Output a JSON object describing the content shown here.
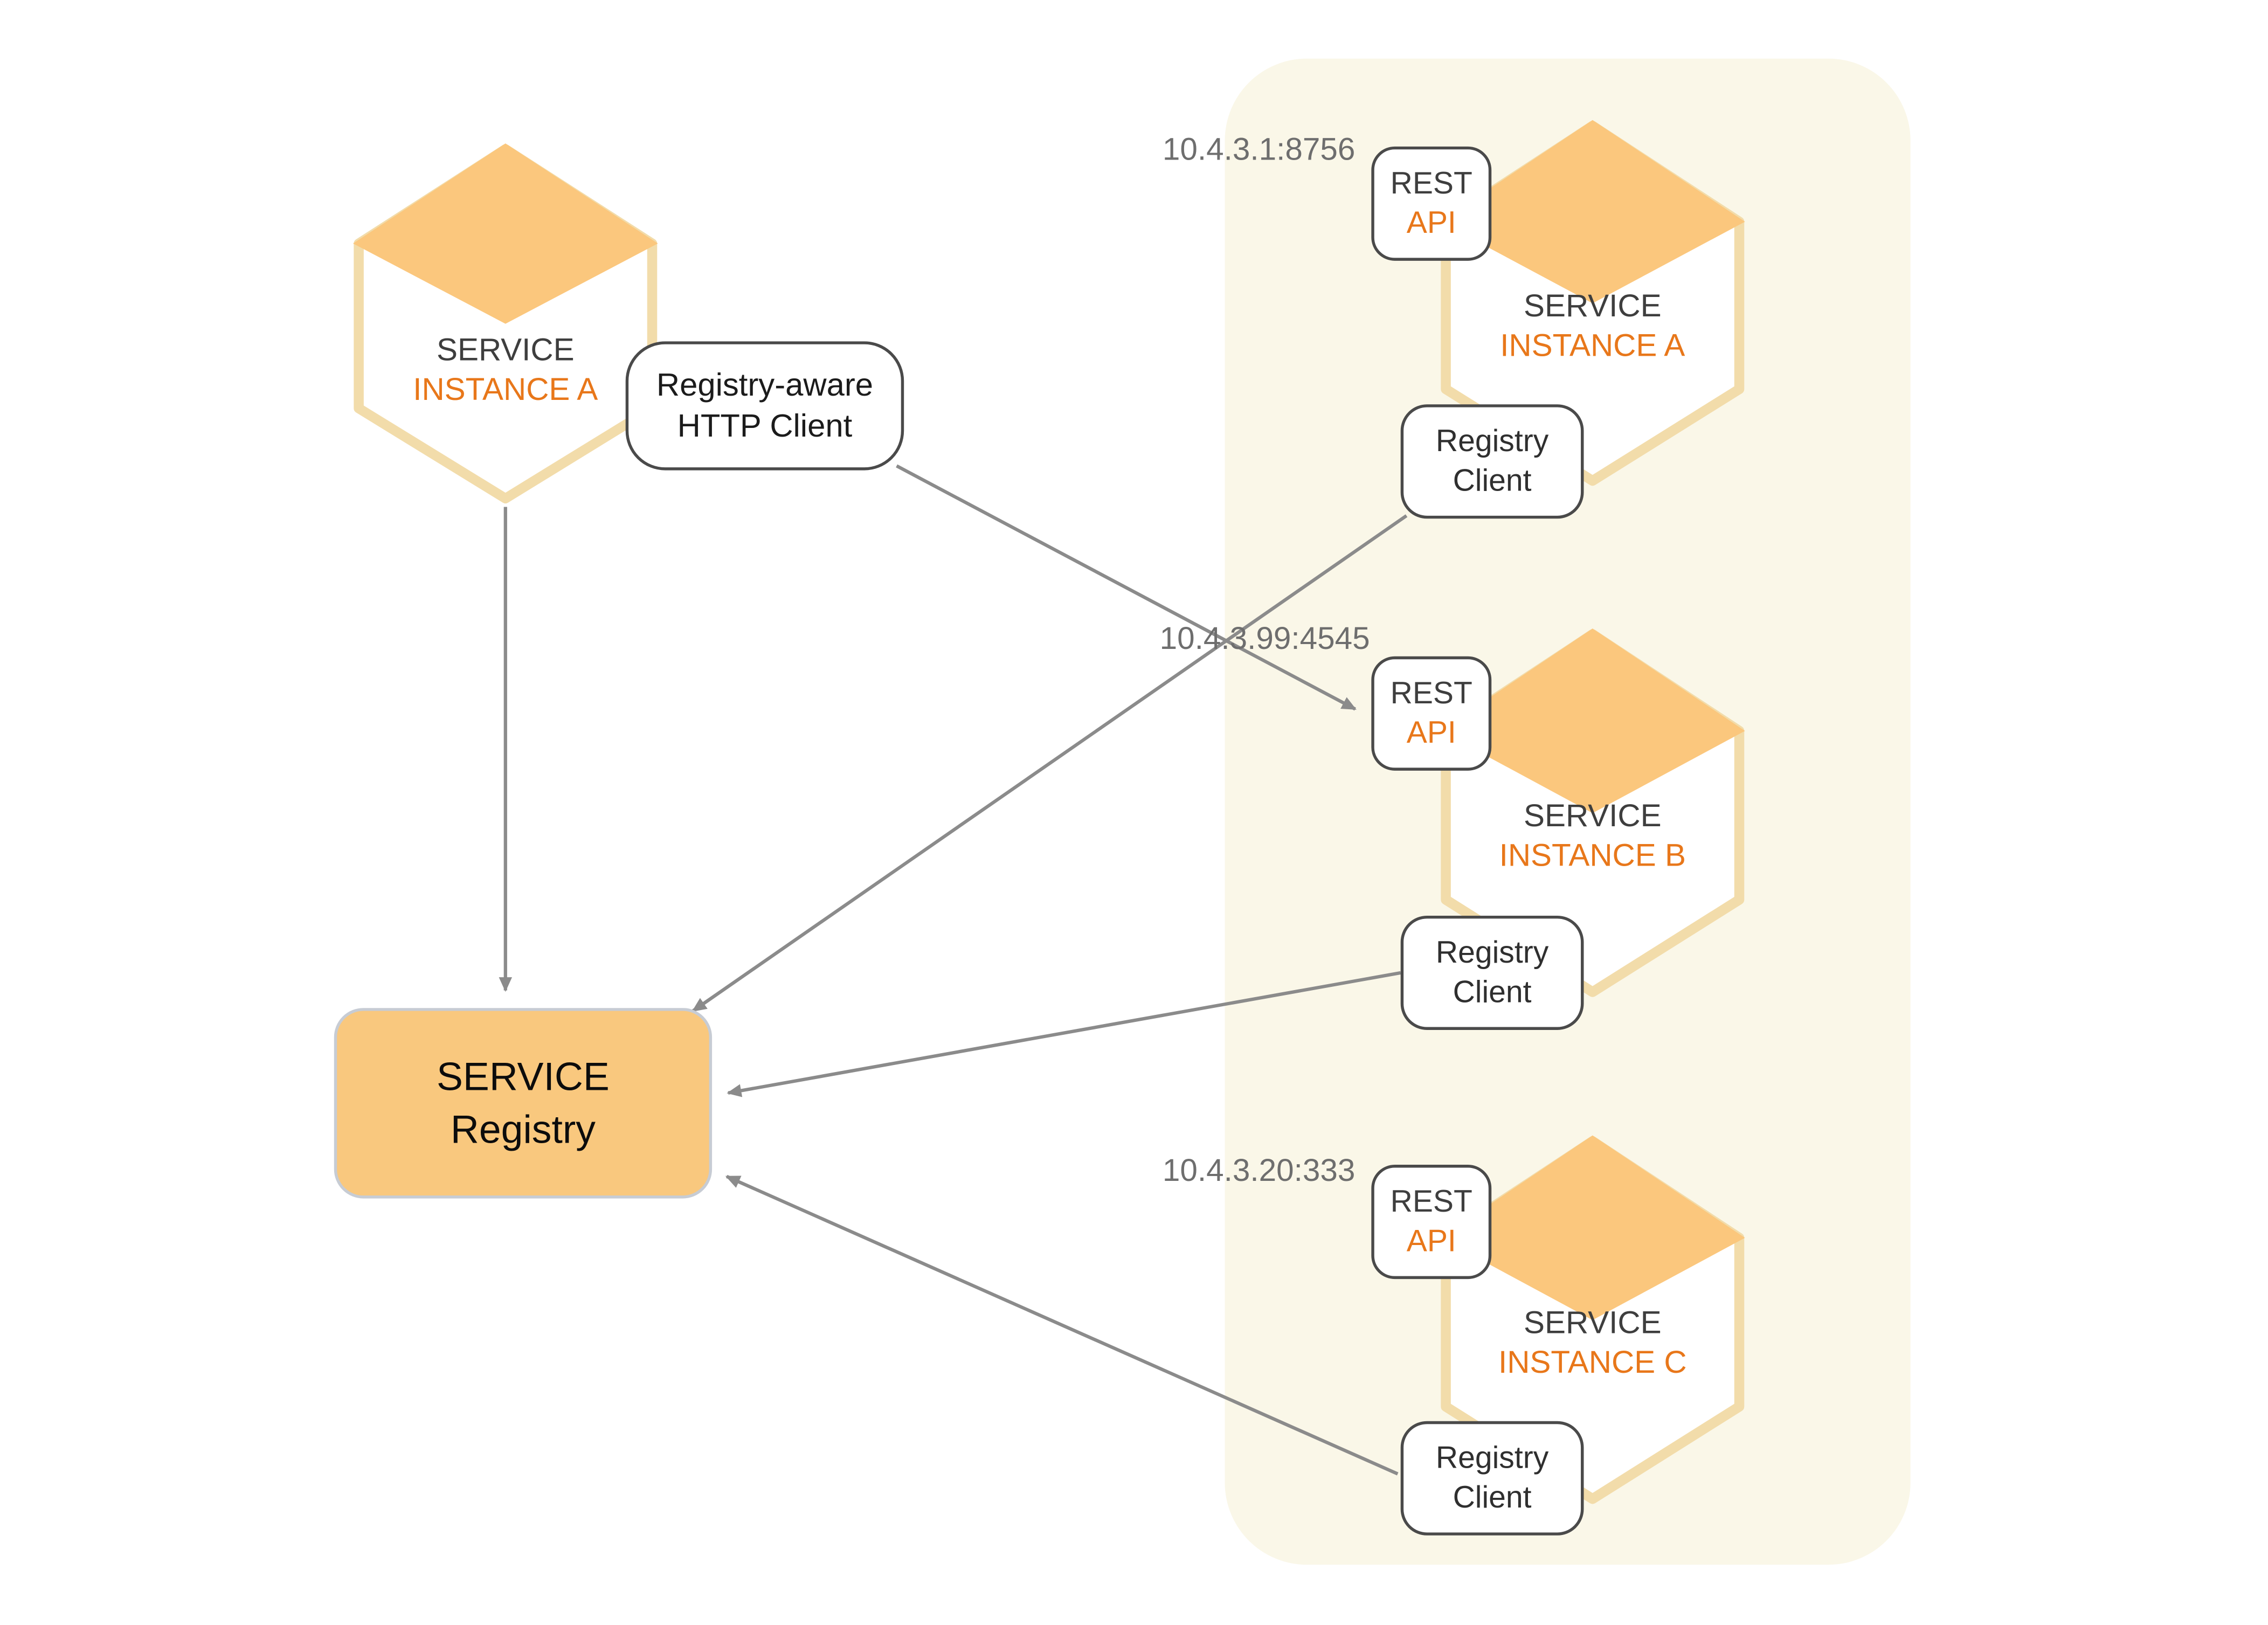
{
  "registry": {
    "line1": "SERVICE",
    "line2": "Registry"
  },
  "client": {
    "hex_line1": "SERVICE",
    "hex_line2": "INSTANCE A",
    "http_client_line1": "Registry-aware",
    "http_client_line2": "HTTP Client"
  },
  "instances": [
    {
      "ip": "10.4.3.1:8756",
      "name_line1": "SERVICE",
      "name_line2": "INSTANCE A",
      "api_line1": "REST",
      "api_line2": "API",
      "client_line1": "Registry",
      "client_line2": "Client"
    },
    {
      "ip": "10.4.3.99:4545",
      "name_line1": "SERVICE",
      "name_line2": "INSTANCE B",
      "api_line1": "REST",
      "api_line2": "API",
      "client_line1": "Registry",
      "client_line2": "Client"
    },
    {
      "ip": "10.4.3.20:333",
      "name_line1": "SERVICE",
      "name_line2": "INSTANCE C",
      "api_line1": "REST",
      "api_line2": "API",
      "client_line1": "Registry",
      "client_line2": "Client"
    }
  ],
  "colors": {
    "hex_fill": "#ffffff",
    "hex_border": "#f2dcaa",
    "diamond_fill": "#fbc77d",
    "registry_fill": "#f9c87e",
    "panel_bg": "#faf7e8",
    "arrow": "#8b8b8b",
    "orange_text": "#e8771a",
    "dark_text": "#3e3e3e",
    "ip_text": "#6e6e6e"
  }
}
